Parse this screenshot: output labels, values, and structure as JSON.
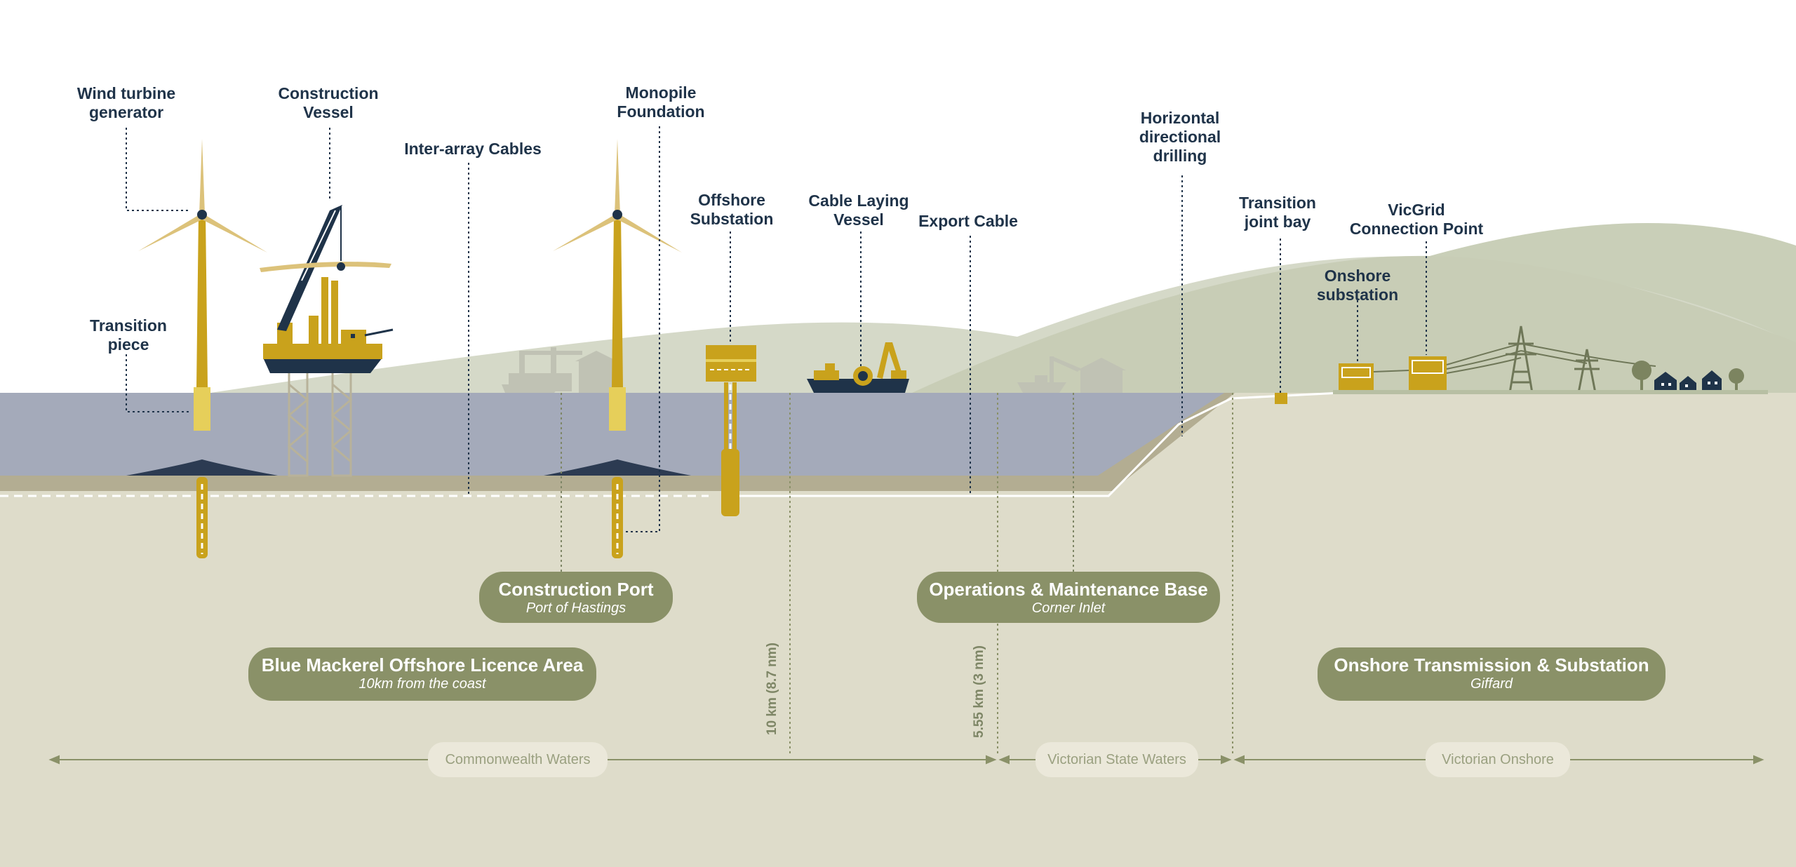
{
  "labels": {
    "wind_turbine": [
      "Wind turbine",
      "generator"
    ],
    "construction_vessel": [
      "Construction",
      "Vessel"
    ],
    "inter_array": [
      "Inter-array Cables"
    ],
    "monopile": [
      "Monopile",
      "Foundation"
    ],
    "offshore_substation": [
      "Offshore",
      "Substation"
    ],
    "cable_laying": [
      "Cable Laying",
      "Vessel"
    ],
    "export_cable": [
      "Export Cable"
    ],
    "hdd": [
      "Horizontal",
      "directional",
      "drilling"
    ],
    "transition_joint": [
      "Transition",
      "joint bay"
    ],
    "vicgrid": [
      "VicGrid",
      "Connection Point"
    ],
    "onshore_substation": [
      "Onshore",
      "substation"
    ],
    "transition_piece": [
      "Transition",
      "piece"
    ]
  },
  "pills": {
    "construction_port": {
      "title": "Construction Port",
      "subtitle": "Port of Hastings"
    },
    "om_base": {
      "title": "Operations & Maintenance Base",
      "subtitle": "Corner Inlet"
    },
    "licence_area": {
      "title": "Blue Mackerel Offshore Licence Area",
      "subtitle": "10km from the coast"
    },
    "onshore": {
      "title": "Onshore Transmission & Substation",
      "subtitle": "Giffard"
    }
  },
  "distances": {
    "d10": "10 km (8.7 nm)",
    "d555": "5.55 km (3 nm)"
  },
  "zones": {
    "commonwealth": "Commonwealth Waters",
    "state": "Victorian State Waters",
    "onshore": "Victorian Onshore"
  },
  "colors": {
    "sea": "#a4aaba",
    "ground": "#dedcca",
    "hill": "#b7bfa3",
    "accent_yellow": "#c9a21c",
    "navy": "#1f3349",
    "pill": "#8a9168"
  }
}
